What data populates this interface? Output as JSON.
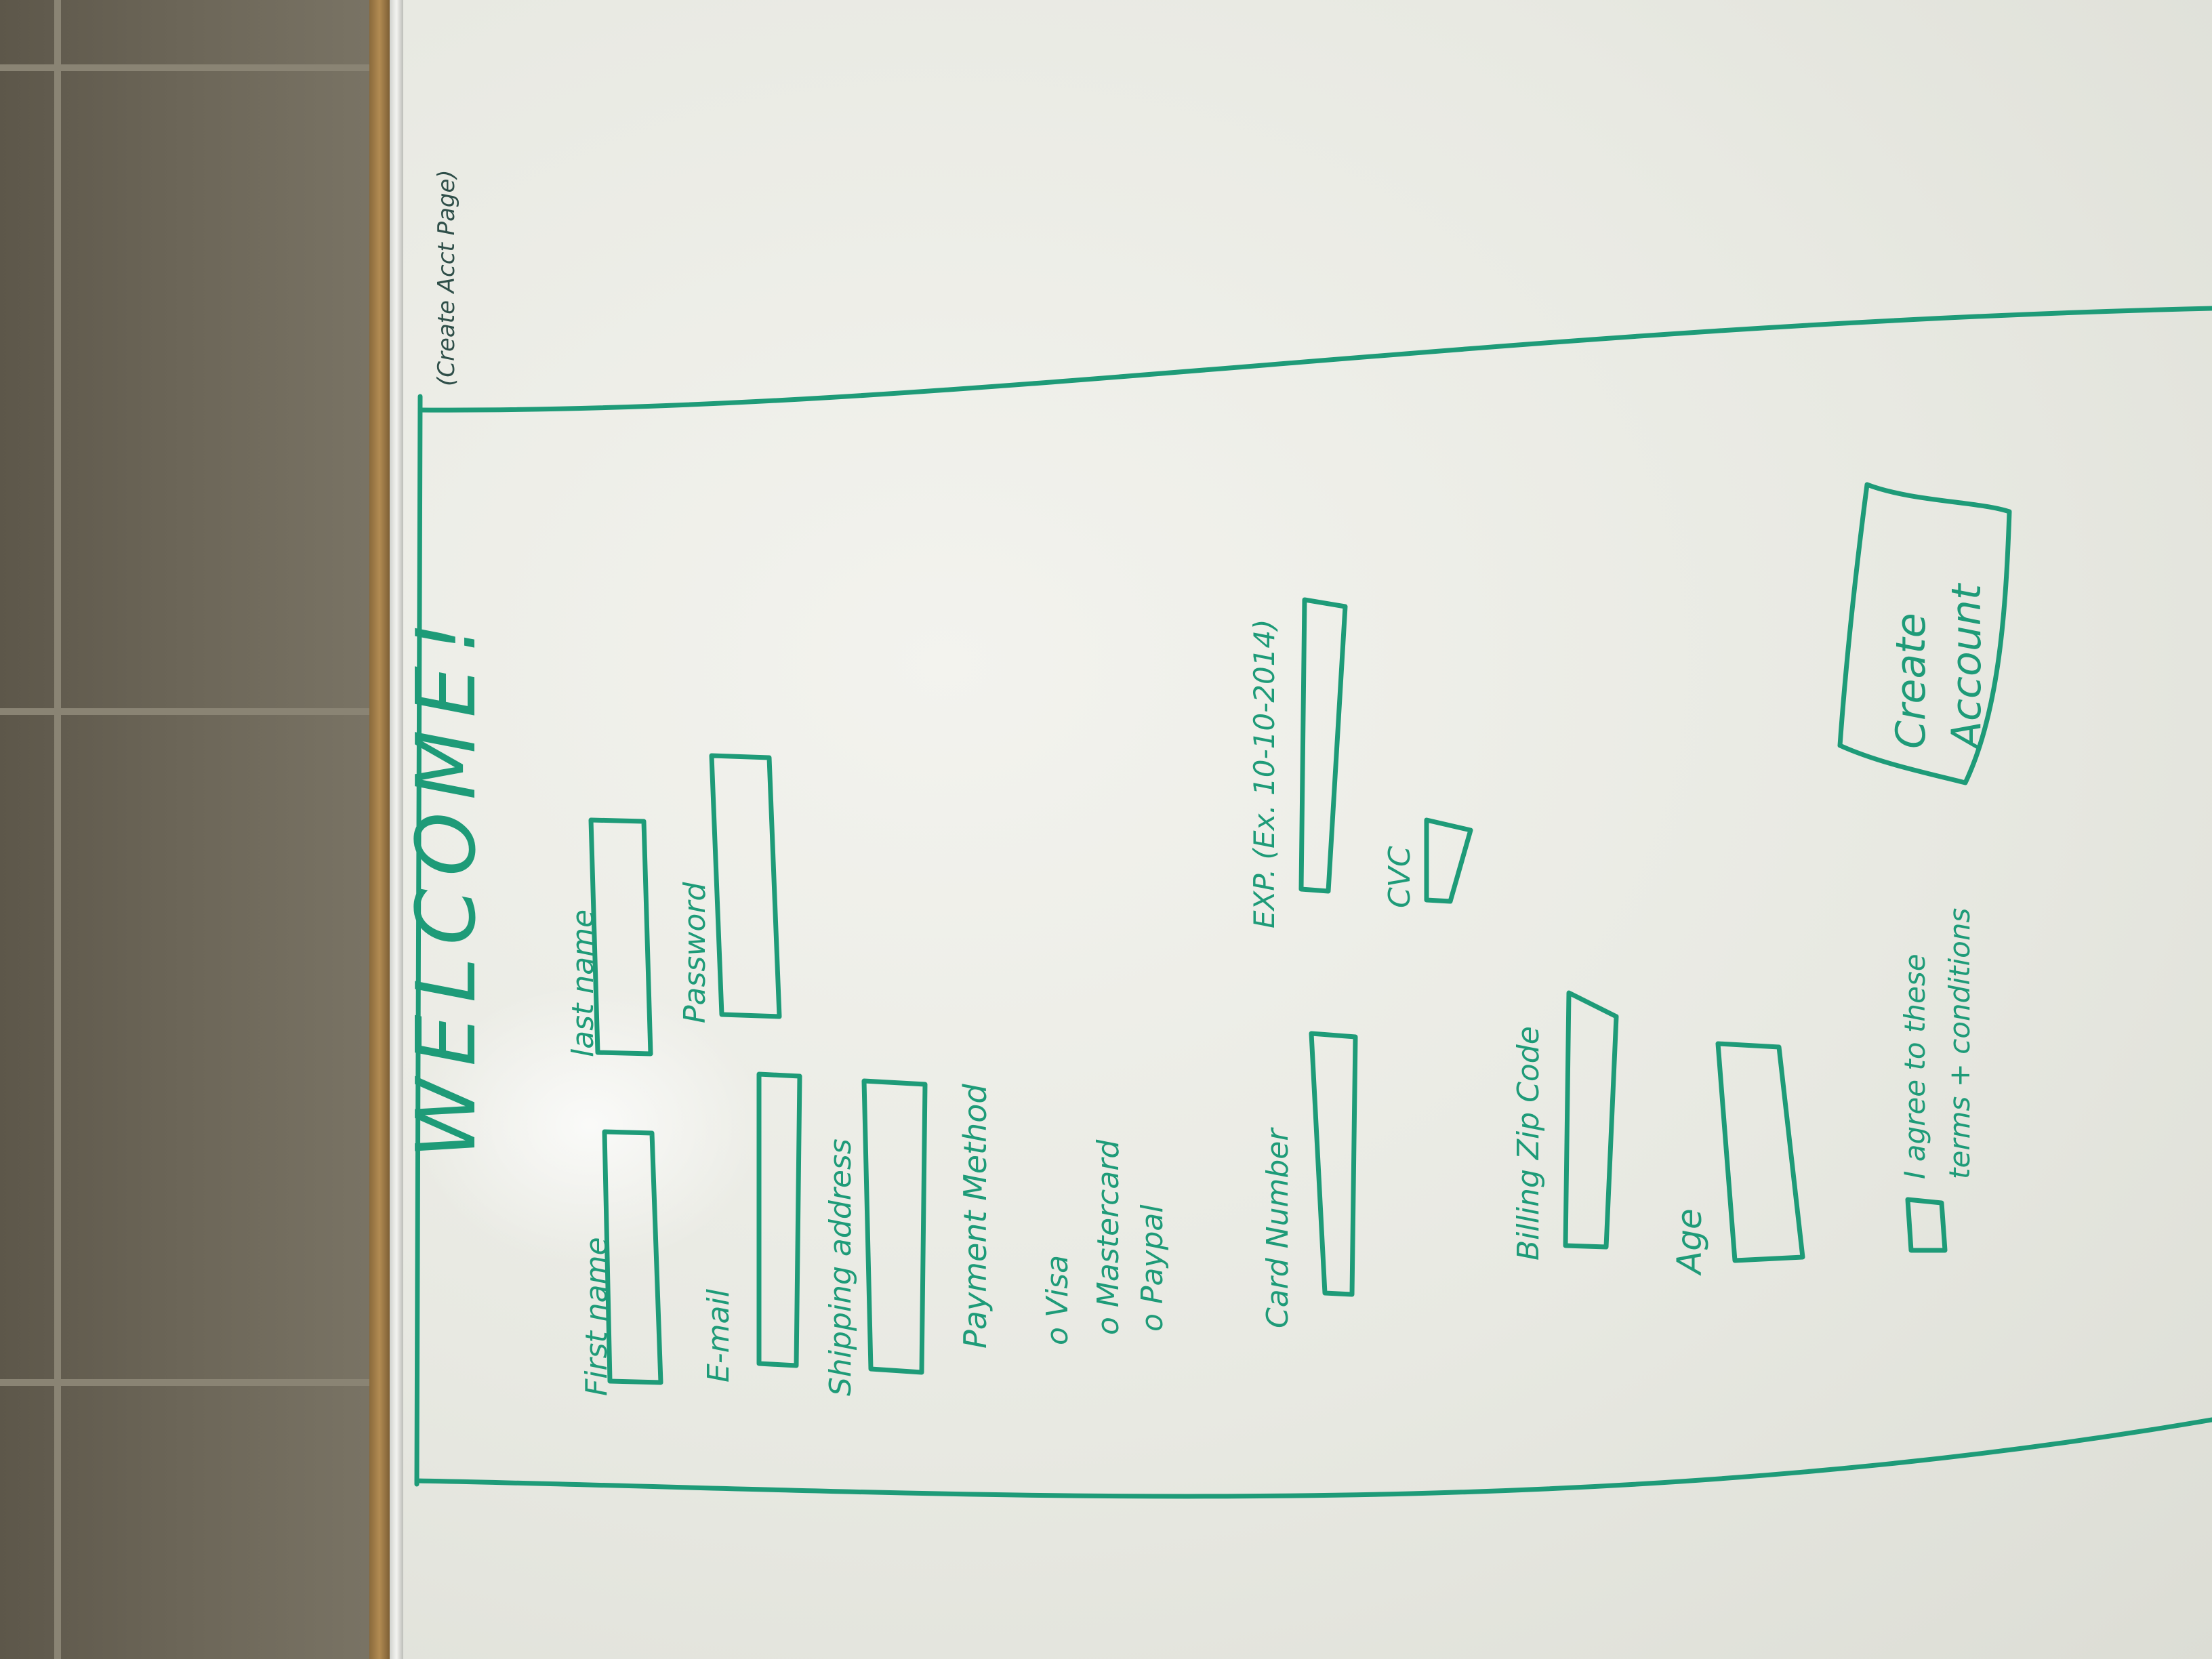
{
  "page_note": "(Create Acct Page)",
  "heading": "WELCOME!",
  "fields": {
    "first_name": "First name",
    "last_name": "last name",
    "email": "E-mail",
    "password": "Password",
    "shipping_address": "Shipping address",
    "payment_method": "Payment Method",
    "card_number": "Card Number",
    "exp": "EXP. (Ex. 10-10-2014)",
    "cvc": "CVC",
    "billing_zip": "Billing Zip Code",
    "age": "Age"
  },
  "payment_options": [
    "o Visa",
    "o Mastercard",
    "o Paypal"
  ],
  "terms": {
    "line1": "I agree to these",
    "line2": "terms + conditions"
  },
  "create_button": {
    "line1": "Create",
    "line2": "Account"
  },
  "colors": {
    "marker": "#1e9b78",
    "board": "#ecece6",
    "note_marker": "#2f4f49"
  }
}
